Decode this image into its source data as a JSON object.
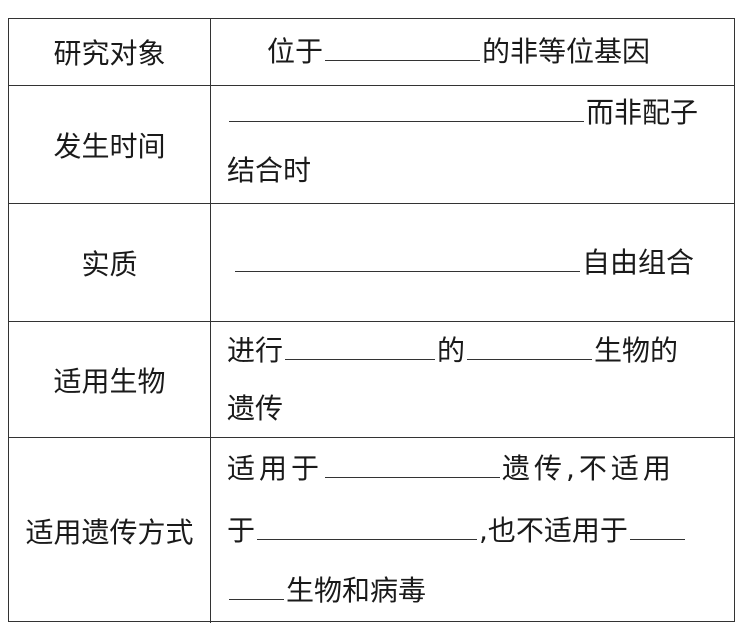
{
  "table": {
    "rows": [
      {
        "label": "研究对象",
        "lines": [
          {
            "pre": "位于",
            "blank_width": 155,
            "post": "的非等位基因"
          }
        ]
      },
      {
        "label": "发生时间",
        "lines": [
          {
            "pre": "",
            "blank_width": 355,
            "post": "而非配子"
          },
          {
            "text": "结合时"
          }
        ]
      },
      {
        "label": "实质",
        "lines": [
          {
            "pre": "",
            "blank_width": 345,
            "post": "自由组合"
          }
        ]
      },
      {
        "label": "适用生物",
        "lines": [
          {
            "pre": "进行",
            "blank_width": 150,
            "mid": "的",
            "blank2_width": 125,
            "post": "生物的"
          },
          {
            "text": "遗传"
          }
        ]
      },
      {
        "label": "适用遗传方式",
        "lines": [
          {
            "pre": "适用于",
            "blank_width": 175,
            "post": "遗传,不适用"
          },
          {
            "pre": "于",
            "blank_width": 220,
            "post": ",也不适用于",
            "blank2_width": 55
          },
          {
            "pre": "",
            "blank_width": 55,
            "post": "生物和病毒"
          }
        ]
      }
    ]
  }
}
